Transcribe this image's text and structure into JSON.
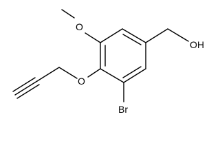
{
  "molecule": {
    "atoms": {
      "methoxy_oxygen": "O",
      "propargyl_oxygen": "O",
      "bromine": "Br",
      "hydroxyl": "OH"
    }
  }
}
